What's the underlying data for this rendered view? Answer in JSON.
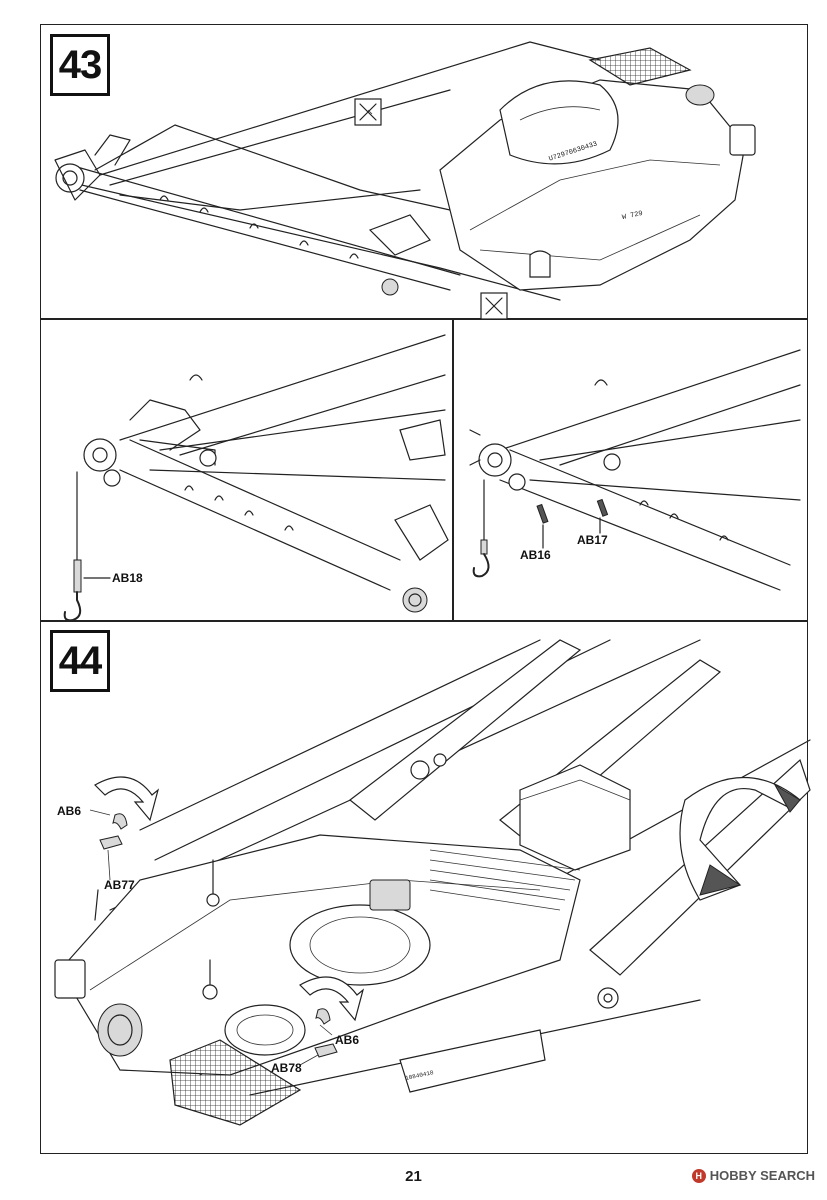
{
  "steps": [
    {
      "number": "43"
    },
    {
      "number": "44"
    }
  ],
  "labels": {
    "ab18": "AB18",
    "ab16": "AB16",
    "ab17": "AB17",
    "ab6_top": "AB6",
    "ab77": "AB77",
    "ab6_mid": "AB6",
    "ab78": "AB78"
  },
  "hull_markings": {
    "hull_number": "U72970630433",
    "turret_code": "W 729",
    "plate_code": "10840418"
  },
  "footer": {
    "page_number": "21",
    "watermark": "HOBBY SEARCH"
  },
  "icons": [
    "no-glue-icon",
    "rotate-arrow-icon",
    "hook-icon",
    "cable-icon"
  ]
}
